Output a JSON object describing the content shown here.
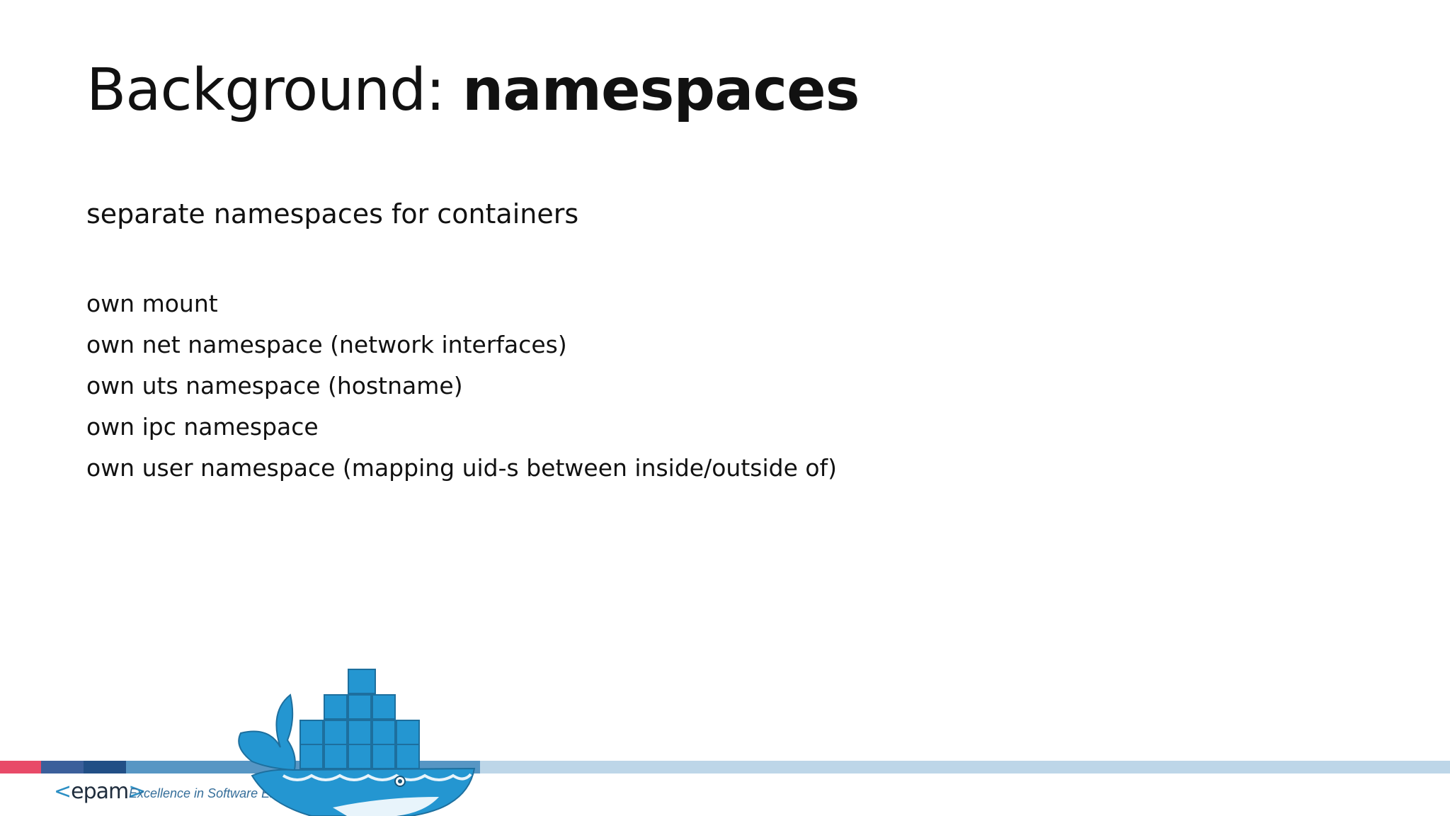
{
  "slide": {
    "title_regular": "Background: ",
    "title_bold": "namespaces",
    "subtitle": "separate namespaces for containers",
    "bullets": [
      "own mount",
      "own net namespace (network interfaces)",
      "own uts namespace (hostname)",
      "own ipc namespace",
      "own user namespace (mapping uid-s between inside/outside of)"
    ]
  },
  "footer": {
    "logo_left_bracket": "<",
    "logo_text": "epam",
    "logo_right_bracket": ">",
    "tagline": "Excellence in Software Engineering",
    "colors": {
      "red": "#e84a68",
      "navy": "#214f86",
      "blue": "#5796c4",
      "light_blue": "#bdd6e8"
    }
  },
  "illustration": {
    "icon": "docker-whale-icon",
    "color": "#2496d1"
  }
}
